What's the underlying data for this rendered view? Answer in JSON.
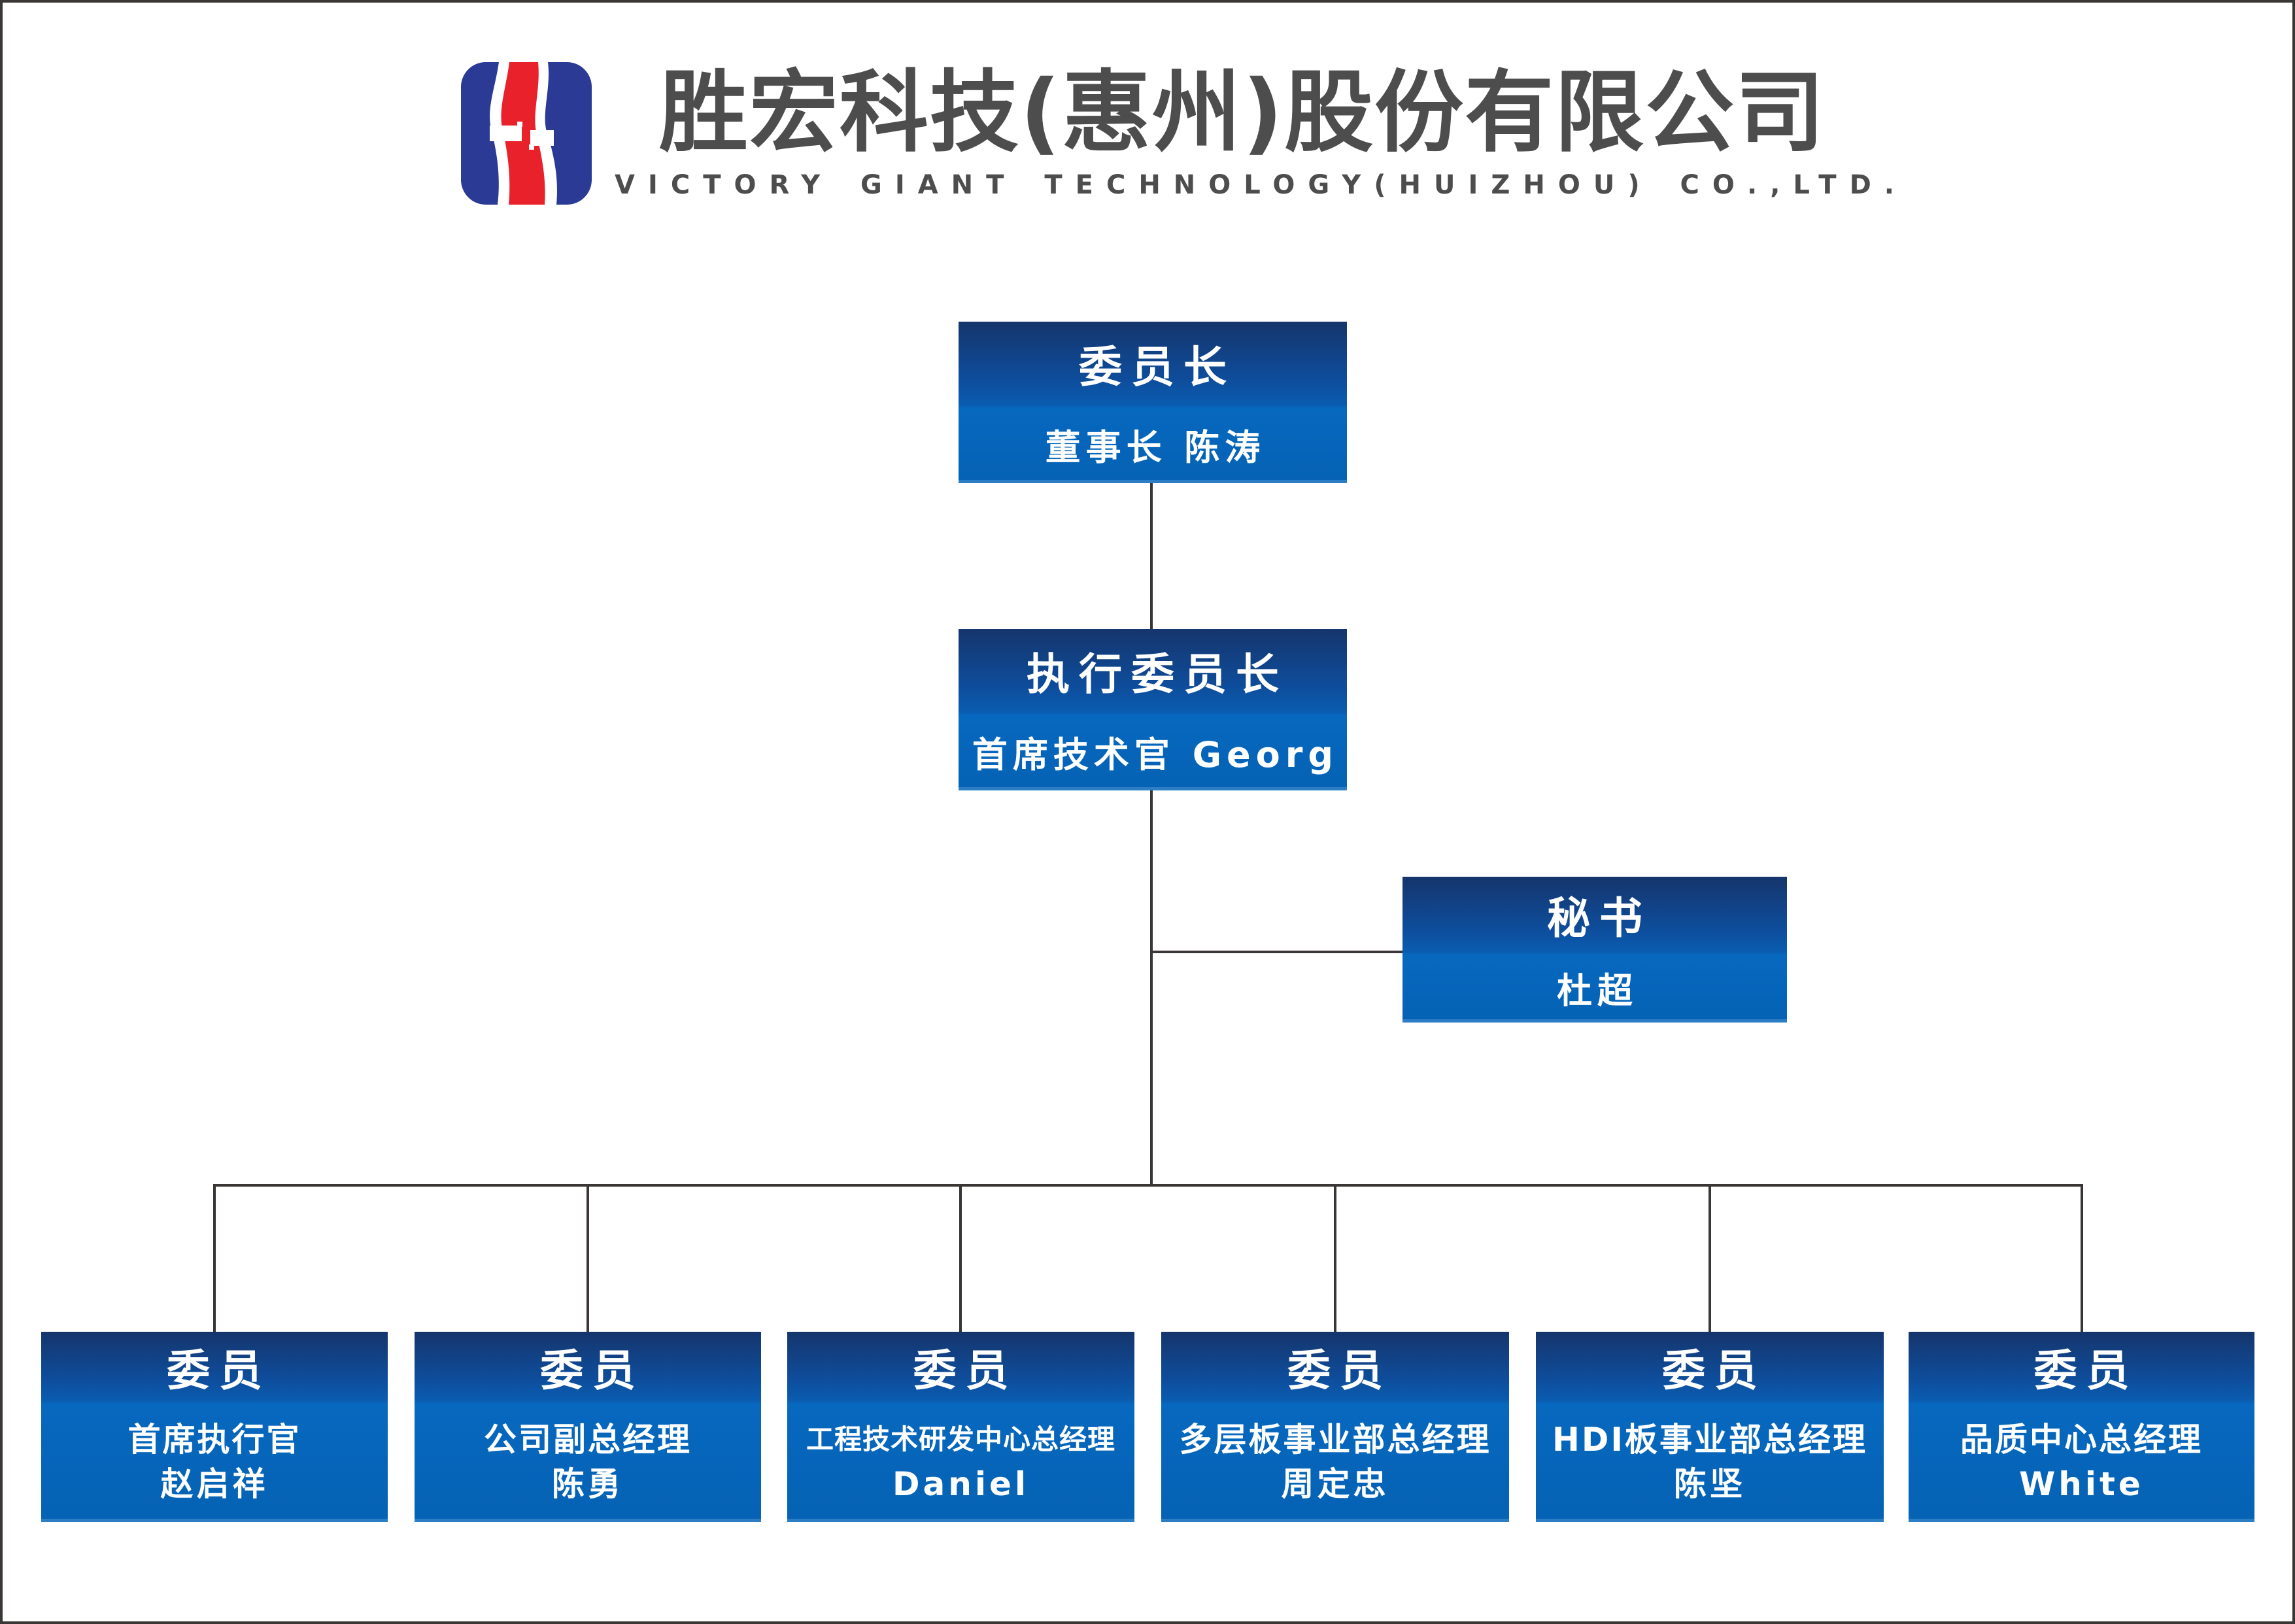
{
  "colors": {
    "canvas-border": "#3b3636",
    "header-text": "#4d4d4d",
    "connector": "#3b3636",
    "g1": "#15356c",
    "g2": "#0e4d9c",
    "g3": "#0a5cb0",
    "g4": "#0768bf",
    "g5": "#0562b4",
    "box-text": "#ffffff",
    "logo-blue": "#2b3a94",
    "logo-red": "#e8212b",
    "logo-white": "#ffffff"
  },
  "header": {
    "company_name_cn": "胜宏科技(惠州)股份有限公司",
    "company_name_en": "VICTORY GIANT TECHNOLOGY(HUIZHOU) CO.,LTD.",
    "logo_icon": "victory-giant-s-mark"
  },
  "nodes": {
    "chairman": {
      "title": "委员长",
      "subtitle": "董事长 陈涛"
    },
    "exec_chairman": {
      "title": "执行委员长",
      "subtitle": "首席技术官 Georg"
    },
    "secretary": {
      "title": "秘书",
      "subtitle": "杜超"
    },
    "member1": {
      "title": "委员",
      "role": "首席执行官",
      "person": "赵启祥"
    },
    "member2": {
      "title": "委员",
      "role": "公司副总经理",
      "person": "陈勇"
    },
    "member3": {
      "title": "委员",
      "role": "工程技术研发中心总经理",
      "person": "Daniel"
    },
    "member4": {
      "title": "委员",
      "role": "多层板事业部总经理",
      "person": "周定忠"
    },
    "member5": {
      "title": "委员",
      "role": "HDI板事业部总经理",
      "person": "陈坚"
    },
    "member6": {
      "title": "委员",
      "role": "品质中心总经理",
      "person": "White"
    }
  }
}
